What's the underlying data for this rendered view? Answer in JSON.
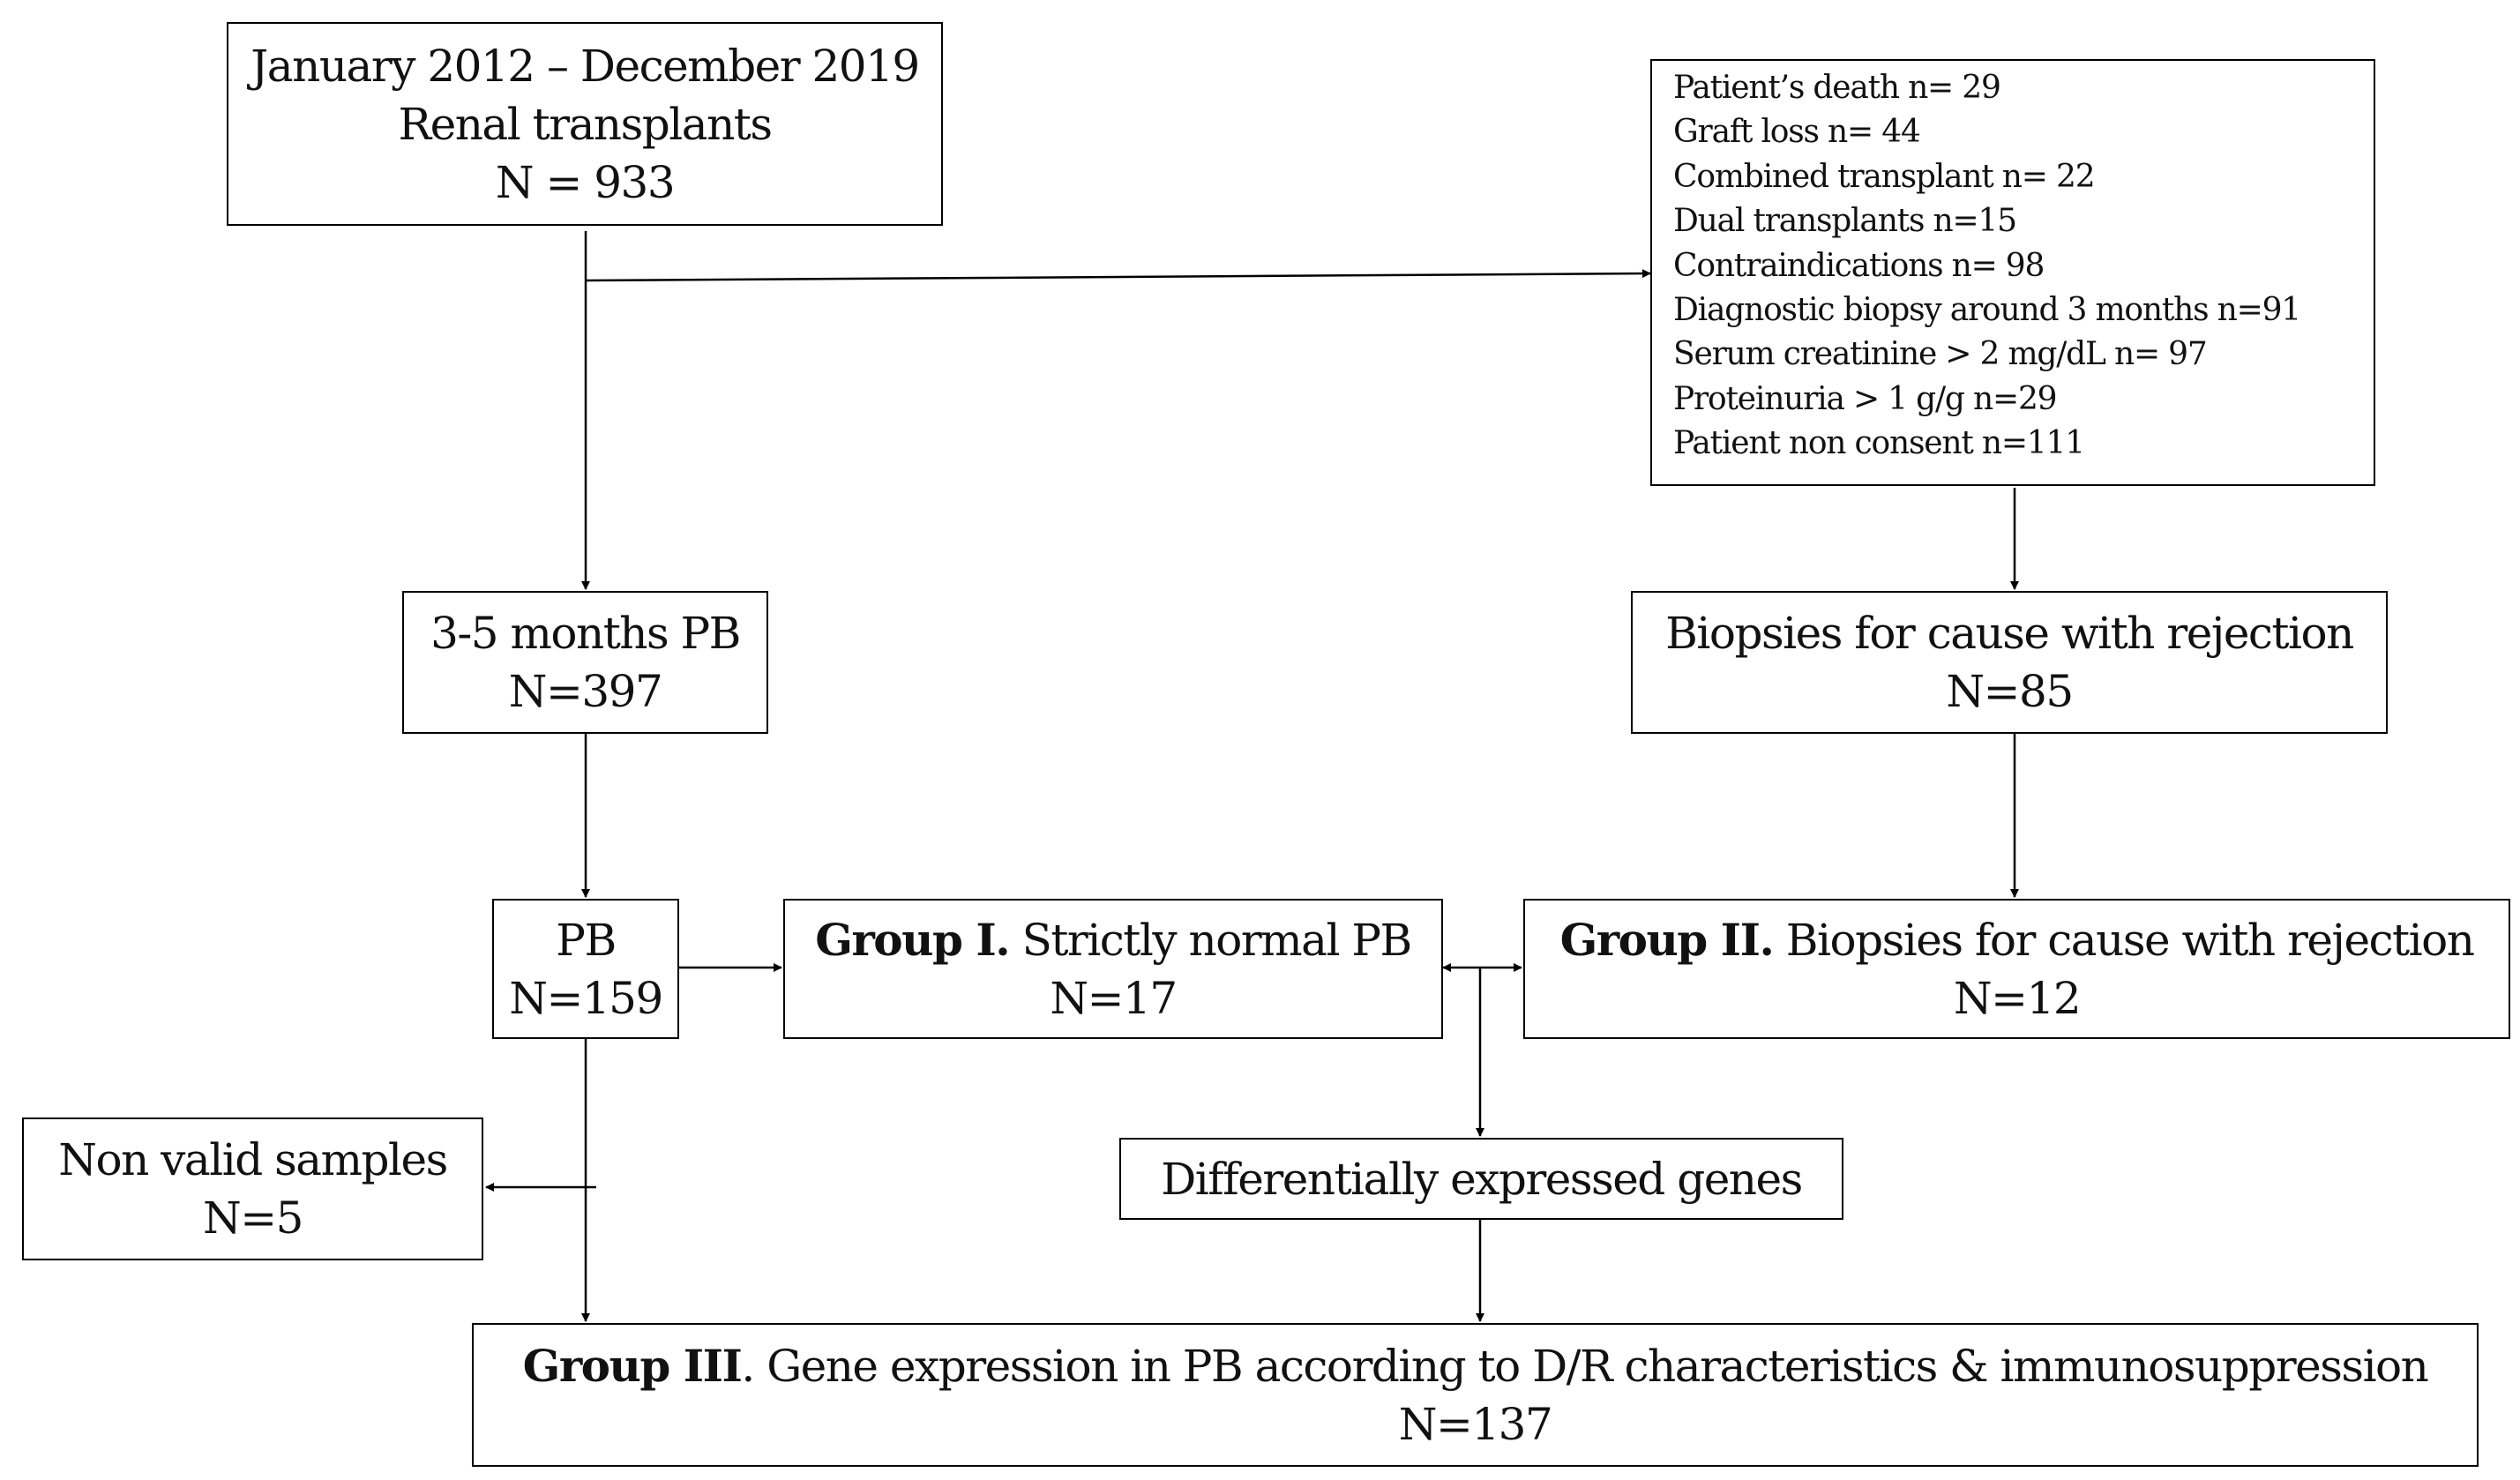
{
  "boxes": {
    "transplants": {
      "lines": [
        "January 2012 – December 2019",
        "Renal transplants",
        "N = 933"
      ]
    },
    "exclusions": {
      "items": [
        "Patient’s  death  n= 29",
        "Graft  loss  n= 44",
        "Combined  transplant  n= 22",
        "Dual  transplants  n=15",
        "Contraindications  n= 98",
        "Diagnostic  biopsy  around  3 months  n=91",
        "Serum  creatinine  > 2 mg/dL n= 97",
        "Proteinuria  > 1 g/g n=29",
        "Patient non  consent  n=111"
      ]
    },
    "pb_3_5": {
      "lines": [
        "3-5 months PB",
        "N=397"
      ]
    },
    "biopsies_cause": {
      "lines": [
        "Biopsies for cause with rejection",
        "N=85"
      ]
    },
    "pb": {
      "lines": [
        "PB",
        "N=159"
      ]
    },
    "group1": {
      "bold": "Group I.",
      "rest": " Strictly normal PB",
      "n": "N=17"
    },
    "group2": {
      "bold": "Group II.",
      "rest": " Biopsies for cause with rejection",
      "n": "N=12"
    },
    "non_valid": {
      "lines": [
        "Non valid samples",
        "N=5"
      ]
    },
    "deg": {
      "lines": [
        "Differentially expressed genes"
      ]
    },
    "group3": {
      "bold": "Group III",
      "rest": ".  Gene expression in PB according to D/R characteristics & immunosuppression",
      "n": "N=137"
    }
  }
}
